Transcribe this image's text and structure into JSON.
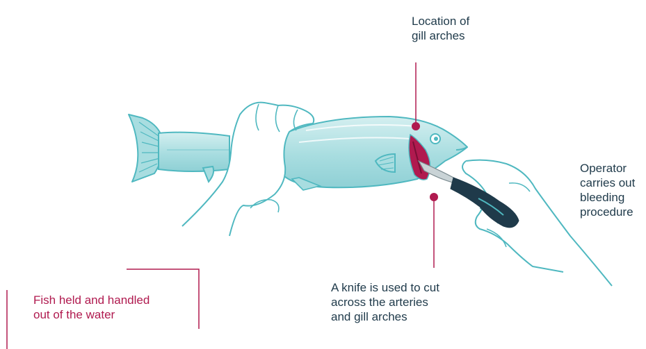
{
  "labels": {
    "gill_arches": [
      "Location of",
      "gill arches"
    ],
    "knife": [
      "A knife is used to cut",
      "across the arteries",
      "and gill arches"
    ],
    "operator": [
      "Operator",
      "carries out",
      "bleeding",
      "procedure"
    ],
    "fish_held": [
      "Fish held and handled",
      "out of the water"
    ]
  },
  "colors": {
    "accent": "#b01a4f",
    "text": "#1f3a4a",
    "outline": "#4fb8c0",
    "fish_fill": "#a8dde0",
    "fish_fill_light": "#d4eff0",
    "blood": "#b01a4f",
    "knife_handle": "#1f3a4a",
    "knife_blade": "#c9d3d6"
  }
}
